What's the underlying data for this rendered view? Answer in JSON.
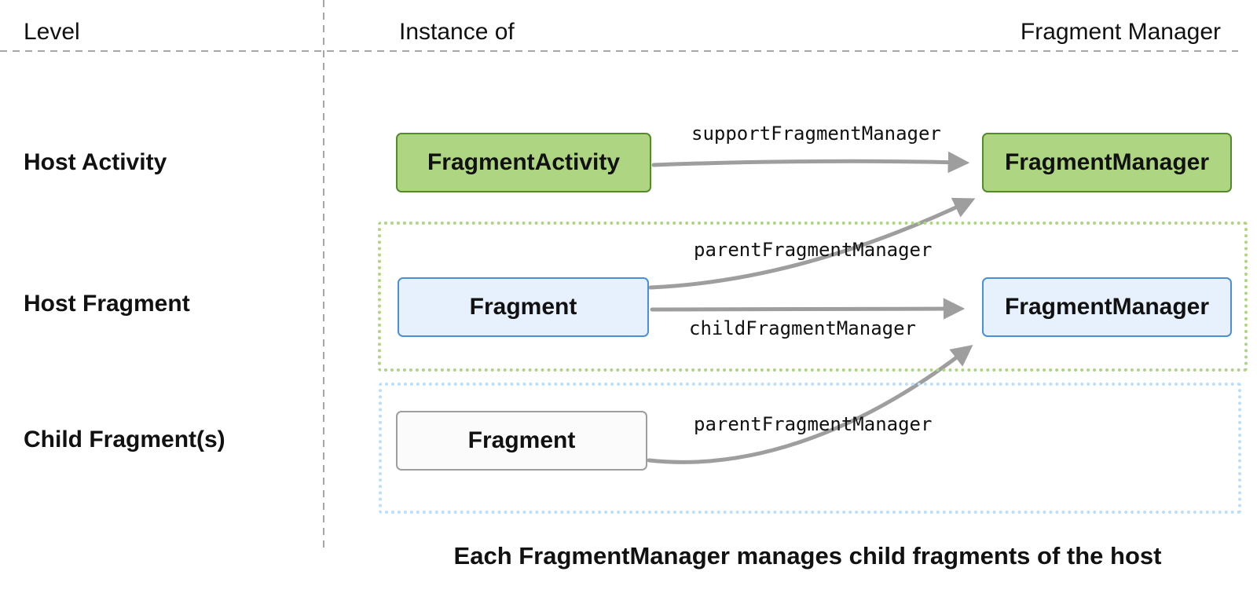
{
  "headers": {
    "level": "Level",
    "instance_of": "Instance of",
    "fragment_manager": "Fragment Manager"
  },
  "rows": {
    "host_activity": {
      "label": "Host Activity",
      "instance_box": "FragmentActivity",
      "manager_box": "FragmentManager",
      "arrow_label": "supportFragmentManager"
    },
    "host_fragment": {
      "label": "Host Fragment",
      "instance_box": "Fragment",
      "manager_box": "FragmentManager",
      "arrow_label_parent": "parentFragmentManager",
      "arrow_label_child": "childFragmentManager"
    },
    "child_fragment": {
      "label": "Child Fragment(s)",
      "instance_box": "Fragment",
      "arrow_label_parent": "parentFragmentManager"
    }
  },
  "caption": "Each FragmentManager manages child fragments of the host",
  "colors": {
    "green_box_fill": "#aed581",
    "green_box_border": "#558b2f",
    "blue_box_fill": "#e7f1fd",
    "blue_box_border": "#4a90d9",
    "white_box_fill": "#fbfbfb",
    "white_box_border": "#9e9e9e",
    "green_dotted_container": "#aed581",
    "blue_dotted_container": "#bbdefb",
    "arrow_gray": "#9e9e9e",
    "grid_dash_gray": "#a6a6a6",
    "text_black": "#111111"
  }
}
